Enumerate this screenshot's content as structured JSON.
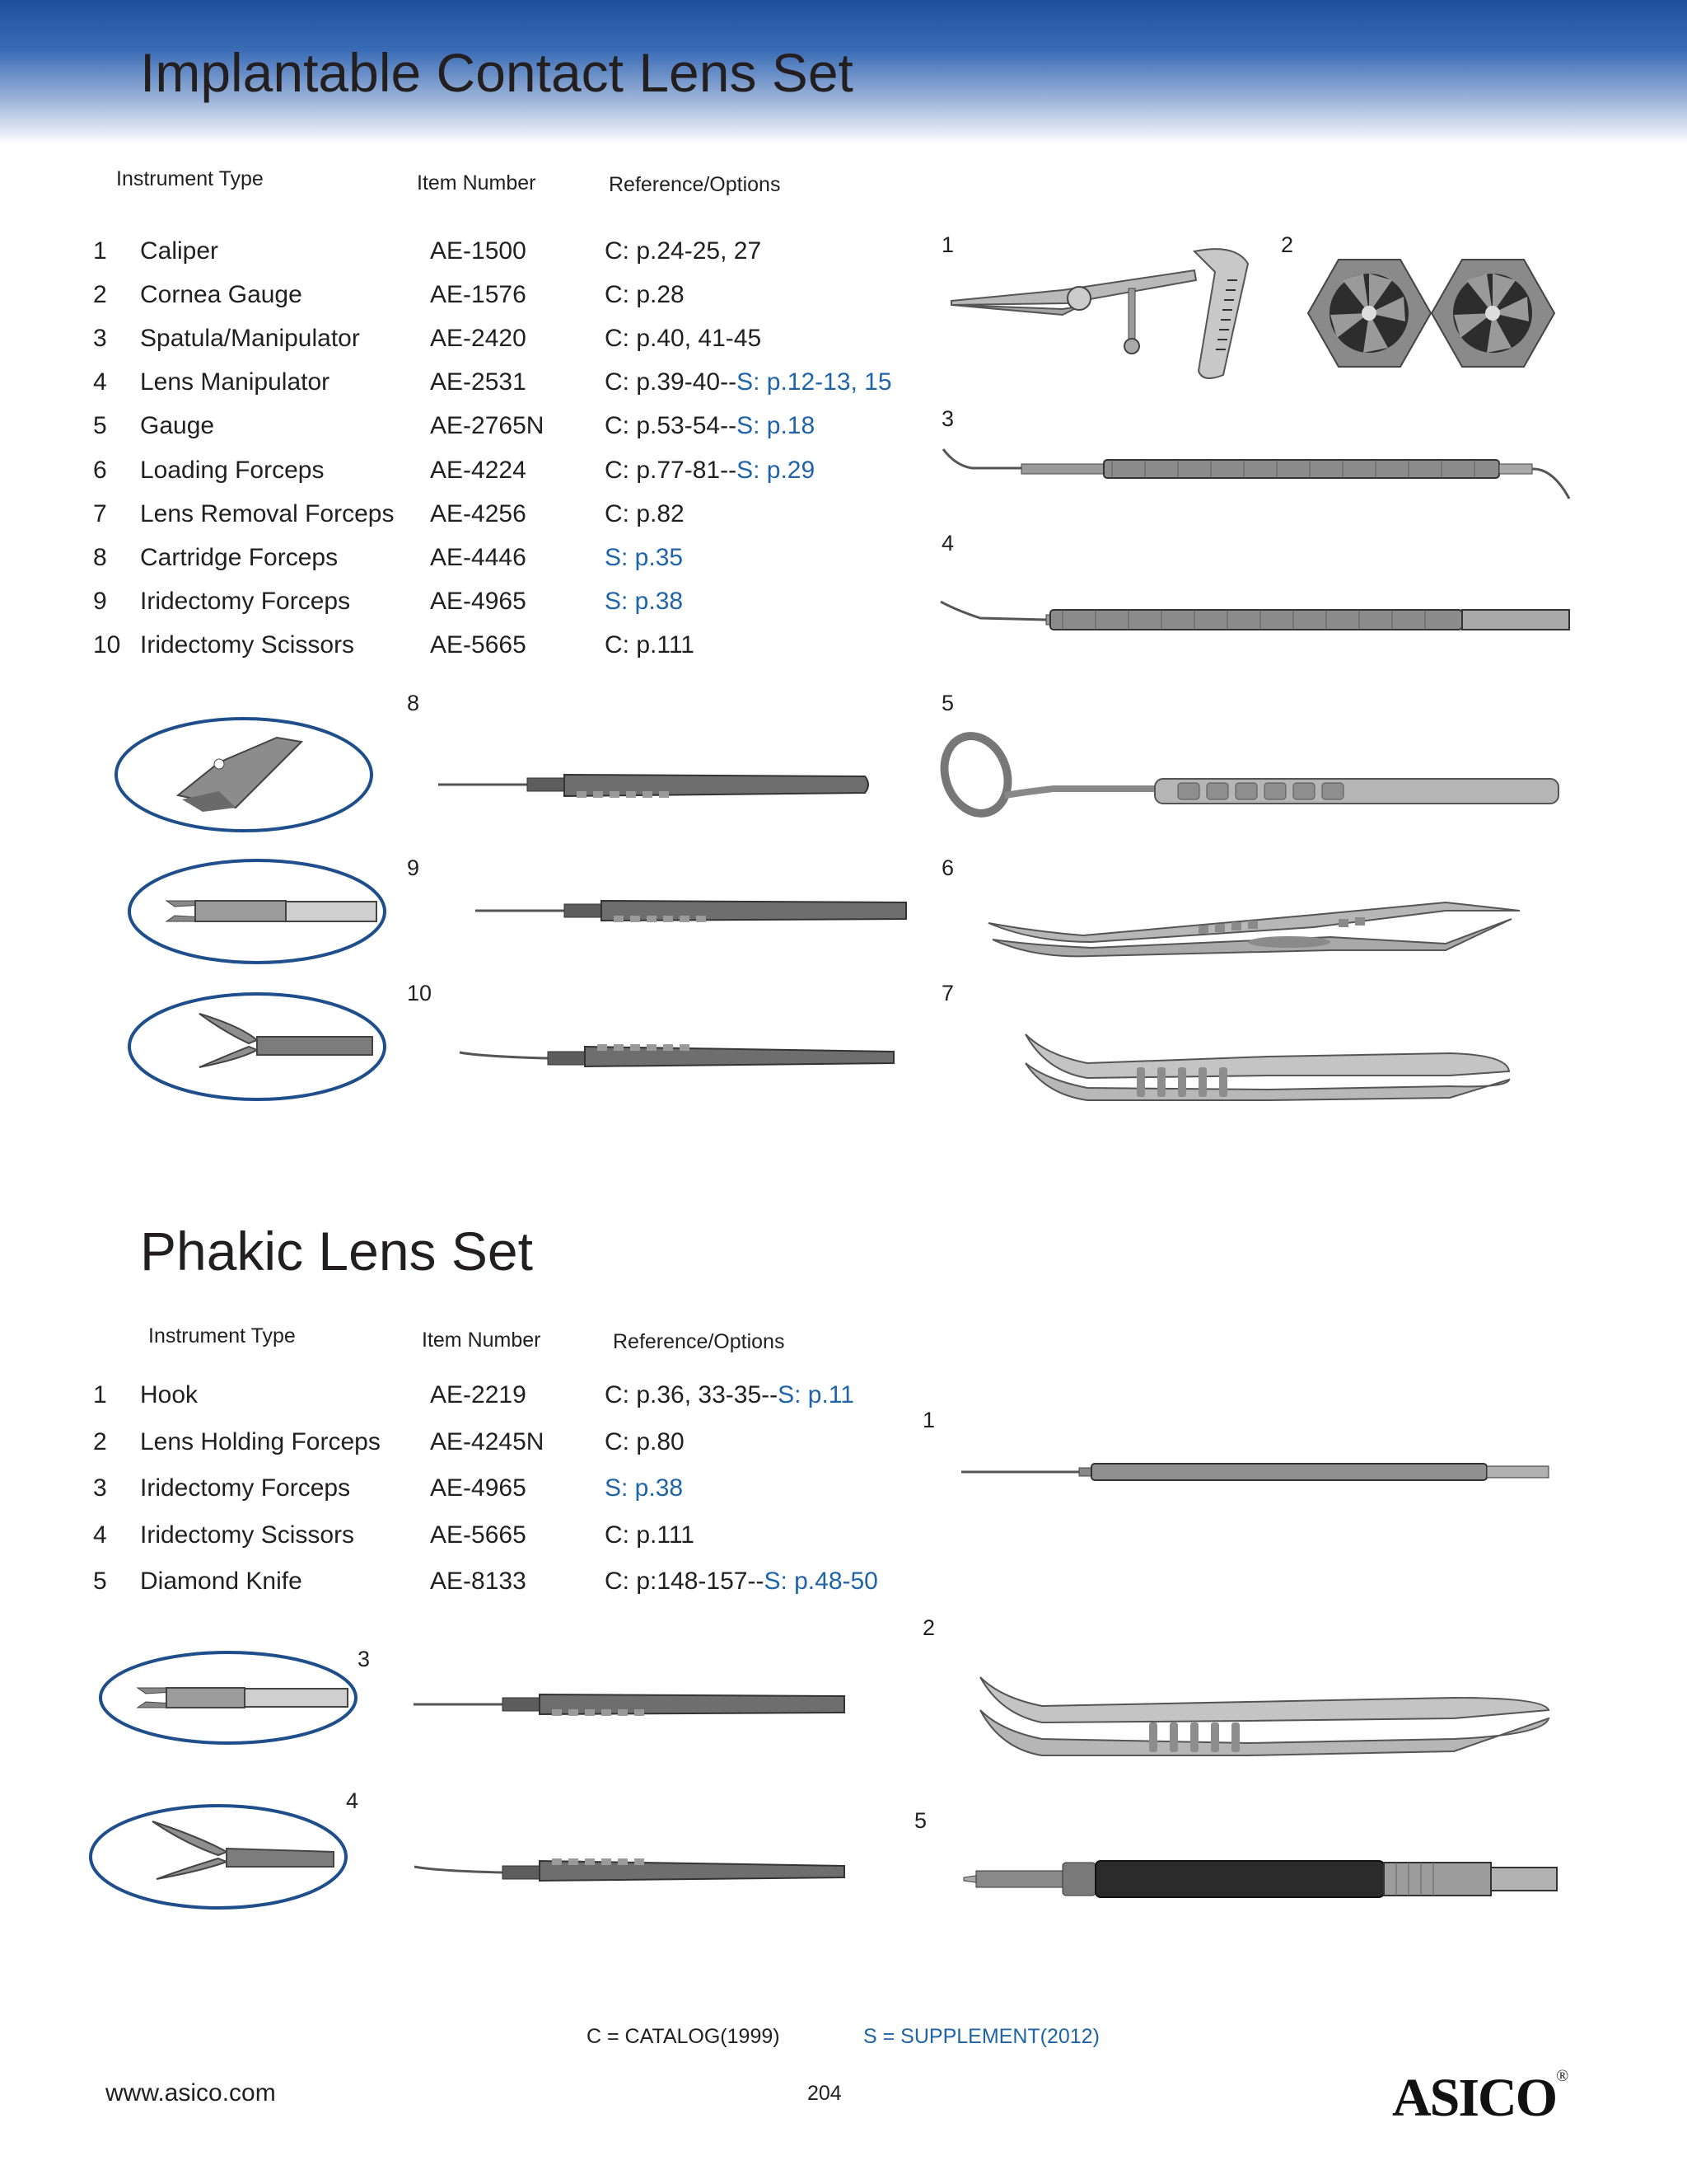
{
  "section1": {
    "title": "Implantable Contact Lens Set",
    "col_instrument": "Instrument Type",
    "col_item": "Item Number",
    "col_ref": "Reference/Options",
    "rows": [
      {
        "num": "1",
        "name": "Caliper",
        "item": "AE-1500",
        "ref_c": "C: p.24-25, 27",
        "ref_s": ""
      },
      {
        "num": "2",
        "name": "Cornea Gauge",
        "item": "AE-1576",
        "ref_c": "C: p.28",
        "ref_s": ""
      },
      {
        "num": "3",
        "name": "Spatula/Manipulator",
        "item": "AE-2420",
        "ref_c": "C: p.40, 41-45",
        "ref_s": ""
      },
      {
        "num": "4",
        "name": "Lens Manipulator",
        "item": "AE-2531",
        "ref_c": "C: p.39-40--",
        "ref_s": "S: p.12-13, 15"
      },
      {
        "num": "5",
        "name": "Gauge",
        "item": "AE-2765N",
        "ref_c": "C: p.53-54--",
        "ref_s": "S: p.18"
      },
      {
        "num": "6",
        "name": "Loading Forceps",
        "item": "AE-4224",
        "ref_c": "C: p.77-81--",
        "ref_s": "S: p.29"
      },
      {
        "num": "7",
        "name": "Lens Removal Forceps",
        "item": "AE-4256",
        "ref_c": "C: p.82",
        "ref_s": ""
      },
      {
        "num": "8",
        "name": "Cartridge Forceps",
        "item": "AE-4446",
        "ref_c": "",
        "ref_s": "S: p.35"
      },
      {
        "num": "9",
        "name": "Iridectomy Forceps",
        "item": "AE-4965",
        "ref_c": "",
        "ref_s": "S: p.38"
      },
      {
        "num": "10",
        "name": "Iridectomy Scissors",
        "item": "AE-5665",
        "ref_c": "C: p.111",
        "ref_s": ""
      }
    ],
    "figure_labels": [
      "1",
      "2",
      "3",
      "4",
      "5",
      "6",
      "7",
      "8",
      "9",
      "10"
    ]
  },
  "section2": {
    "title": "Phakic Lens Set",
    "col_instrument": "Instrument Type",
    "col_item": "Item Number",
    "col_ref": "Reference/Options",
    "rows": [
      {
        "num": "1",
        "name": "Hook",
        "item": "AE-2219",
        "ref_c": "C: p.36, 33-35--",
        "ref_s": "S: p.11"
      },
      {
        "num": "2",
        "name": "Lens Holding Forceps",
        "item": "AE-4245N",
        "ref_c": "C: p.80",
        "ref_s": ""
      },
      {
        "num": "3",
        "name": "Iridectomy Forceps",
        "item": "AE-4965",
        "ref_c": "",
        "ref_s": "S: p.38"
      },
      {
        "num": "4",
        "name": "Iridectomy Scissors",
        "item": "AE-5665",
        "ref_c": "C: p.111",
        "ref_s": ""
      },
      {
        "num": "5",
        "name": "Diamond Knife",
        "item": "AE-8133",
        "ref_c": "C: p:148-157--",
        "ref_s": "S: p.48-50"
      }
    ],
    "figure_labels": [
      "1",
      "2",
      "3",
      "4",
      "5"
    ]
  },
  "legend": {
    "catalog": "C = CATALOG(1999)",
    "supplement": "S = SUPPLEMENT(2012)"
  },
  "footer": {
    "url": "www.asico.com",
    "page": "204",
    "logo_text": "ASICO",
    "logo_mark": "®"
  },
  "colors": {
    "header_blue": "#1d4f9e",
    "link_blue": "#1f63a8",
    "ellipse_blue": "#1e4e8c"
  }
}
